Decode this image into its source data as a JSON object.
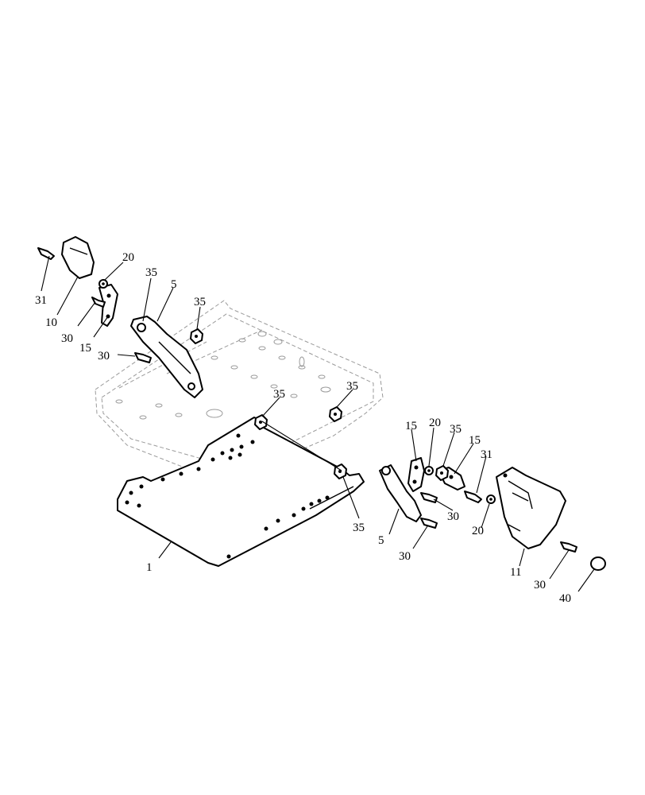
{
  "callouts": [
    "31",
    "10",
    "20",
    "30",
    "15",
    "35",
    "5",
    "35",
    "30",
    "35",
    "35",
    "1",
    "35",
    "15",
    "20",
    "35",
    "15",
    "31",
    "5",
    "30",
    "30",
    "20",
    "11",
    "30",
    "40"
  ]
}
